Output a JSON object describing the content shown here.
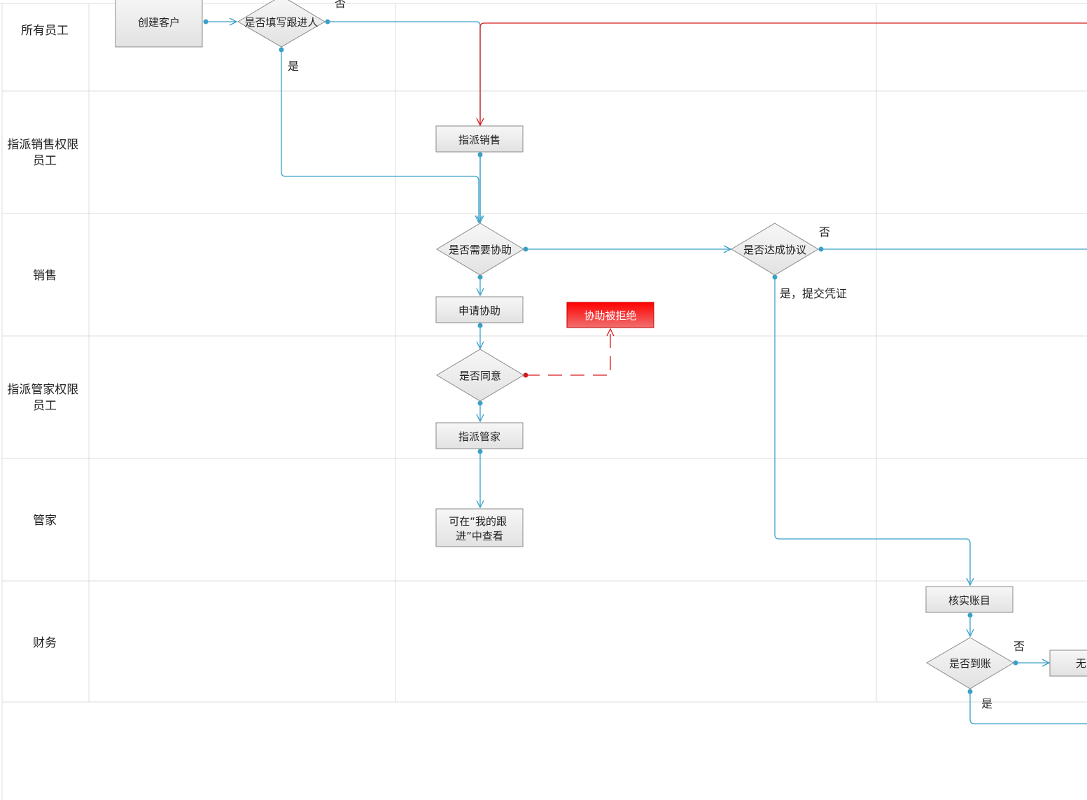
{
  "lanes": [
    {
      "id": "all",
      "label_lines": [
        "所有员工"
      ]
    },
    {
      "id": "assign_sales",
      "label_lines": [
        "指派销售权限",
        "员工"
      ]
    },
    {
      "id": "sales",
      "label_lines": [
        "销售"
      ]
    },
    {
      "id": "assign_steward",
      "label_lines": [
        "指派管家权限",
        "员工"
      ]
    },
    {
      "id": "steward",
      "label_lines": [
        "管家"
      ]
    },
    {
      "id": "finance",
      "label_lines": [
        "财务"
      ]
    }
  ],
  "nodes": {
    "create_customer": {
      "shape": "box",
      "lines": [
        "创建客户"
      ]
    },
    "fill_follower": {
      "shape": "diamond",
      "lines": [
        "是否填写跟进人"
      ]
    },
    "assign_sales": {
      "shape": "box",
      "lines": [
        "指派销售"
      ]
    },
    "need_help": {
      "shape": "diamond",
      "lines": [
        "是否需要协助"
      ]
    },
    "reach_agreement": {
      "shape": "diamond",
      "lines": [
        "是否达成协议"
      ]
    },
    "apply_help": {
      "shape": "box",
      "lines": [
        "申请协助"
      ]
    },
    "help_rejected": {
      "shape": "alert",
      "lines": [
        "协助被拒绝"
      ]
    },
    "agree": {
      "shape": "diamond",
      "lines": [
        "是否同意"
      ]
    },
    "assign_steward": {
      "shape": "box",
      "lines": [
        "指派管家"
      ]
    },
    "view_follow": {
      "shape": "box",
      "lines": [
        "可在“我的跟",
        "进”中查看"
      ]
    },
    "verify_account": {
      "shape": "box",
      "lines": [
        "核实账目"
      ]
    },
    "arrived": {
      "shape": "diamond",
      "lines": [
        "是否到账"
      ]
    },
    "partial_box": {
      "shape": "box",
      "lines": [
        "无"
      ]
    }
  },
  "edge_labels": {
    "fill_follower_no": "否",
    "fill_follower_yes": "是",
    "agreement_no": "否",
    "agreement_yes": "是，提交凭证",
    "arrived_no": "否",
    "arrived_yes": "是"
  },
  "colors": {
    "flow": "#3aa0c8",
    "flow_alt": "#d61a1a",
    "alert_fill": "#ff0000",
    "grid": "#dcdcdc"
  }
}
